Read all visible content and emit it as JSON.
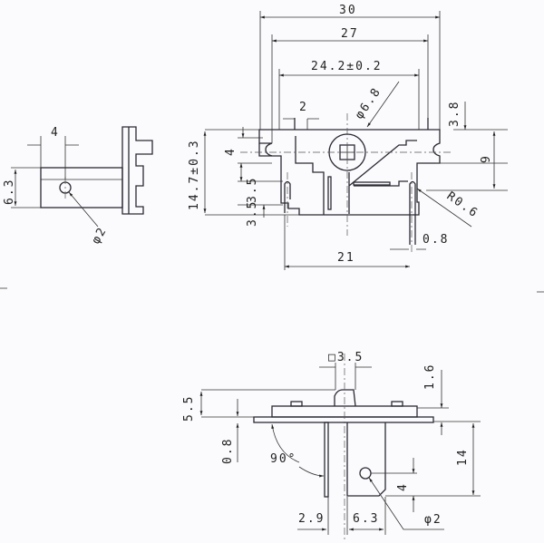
{
  "top_view": {
    "dims": {
      "width_overall": "30",
      "width_mid": "27",
      "width_inner": "24.2±0.2",
      "notch": "2",
      "knob_dia": "φ6.8",
      "top_offset": "3.8",
      "height_total": "14.7±0.3",
      "slot_height": "4",
      "center_height": "9",
      "pin_gap": "3.5",
      "pin_gap2": "3.5",
      "radius": "R0.6",
      "pin_thickness": "0.8",
      "pin_spacing": "21"
    }
  },
  "side_view": {
    "dims": {
      "depth": "4",
      "tab_width": "6.3",
      "hole": "φ2"
    }
  },
  "front_view": {
    "dims": {
      "knob_square": "□3.5",
      "body_height": "1.6",
      "knob_height": "5.5",
      "plate": "0.8",
      "angle": "90°",
      "pin_length": "14",
      "hole_offset": "4",
      "pin_width": "2.9",
      "tab_width": "6.3",
      "hole": "φ2"
    }
  }
}
